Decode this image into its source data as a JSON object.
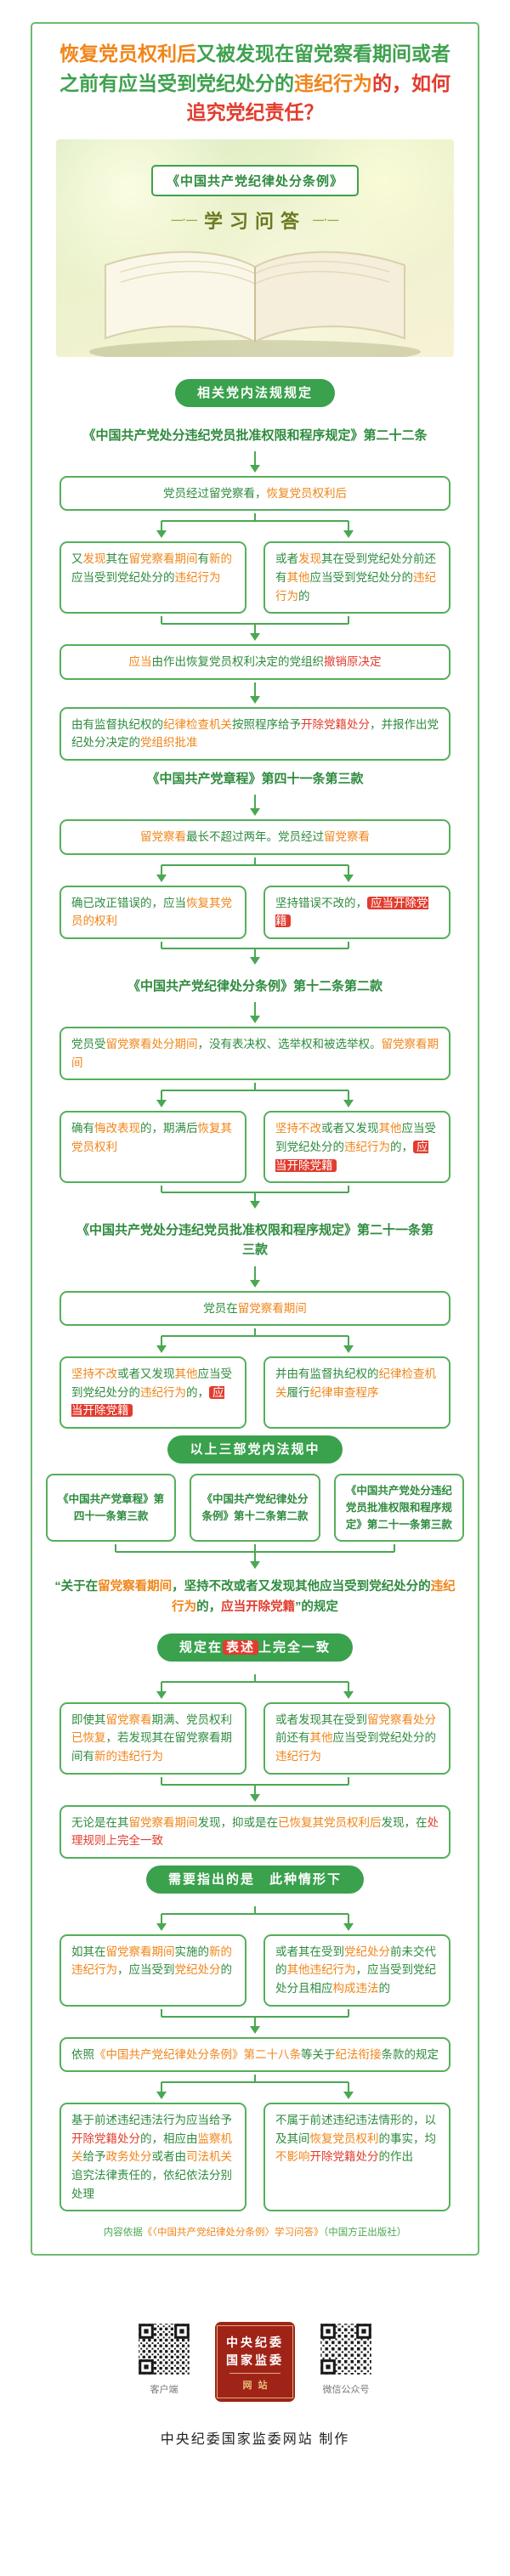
{
  "title": {
    "segments": [
      {
        "t": "恢复党员权利后",
        "c": "o"
      },
      {
        "t": "又被发现在留党察看期间或者之前有应当受到党纪处分的"
      },
      {
        "t": "违纪行为",
        "c": "o"
      },
      {
        "t": "的，如何追究党纪责任？",
        "c": "r"
      }
    ]
  },
  "banner": {
    "book_title": "《中国共产党纪律处分条例》",
    "series": "学习问答",
    "flourish": "—·—"
  },
  "flow": {
    "pill_related": "相关党内法规规定",
    "cite1": "《中国共产党处分违纪党员批准权限和程序规定》第二十二条",
    "box_restore": [
      {
        "t": "党员经过留党察看，"
      },
      {
        "t": "恢复党员权利后",
        "c": "o"
      }
    ],
    "box_new_violation": [
      {
        "t": "又"
      },
      {
        "t": "发现",
        "c": "o"
      },
      {
        "t": "其在"
      },
      {
        "t": "留党察看期间",
        "c": "o"
      },
      {
        "t": "有"
      },
      {
        "t": "新的",
        "c": "o"
      },
      {
        "t": "应当受到党纪处分的"
      },
      {
        "t": "违纪行为",
        "c": "o"
      }
    ],
    "box_other_violation": [
      {
        "t": "或者"
      },
      {
        "t": "发现",
        "c": "o"
      },
      {
        "t": "其在受到党纪处分前还有"
      },
      {
        "t": "其他",
        "c": "o"
      },
      {
        "t": "应当受到党纪处分的"
      },
      {
        "t": "违纪行为",
        "c": "o"
      },
      {
        "t": "的"
      }
    ],
    "box_revoke": [
      {
        "t": "应当",
        "c": "o"
      },
      {
        "t": "由作出恢复党员权利决定的党组织"
      },
      {
        "t": "撤销原决定",
        "c": "r"
      }
    ],
    "box_expel_procedure": [
      {
        "t": "由有监督执纪权的"
      },
      {
        "t": "纪律检查机关",
        "c": "o"
      },
      {
        "t": "按照程序给予"
      },
      {
        "t": "开除党籍处分",
        "c": "r"
      },
      {
        "t": "，并报作出党纪处分决定的"
      },
      {
        "t": "党组织批准",
        "c": "o"
      }
    ],
    "cite2": "《中国共产党章程》第四十一条第三款",
    "box_probation_limit": [
      {
        "t": "留党察看",
        "c": "o"
      },
      {
        "t": "最长不超过两年。党员经过"
      },
      {
        "t": "留党察看",
        "c": "o"
      }
    ],
    "box_corrected": [
      {
        "t": "确已改正错误的，应当"
      },
      {
        "t": "恢复其党员的权利",
        "c": "o"
      }
    ],
    "box_persist": [
      {
        "t": "坚持错误不改的，"
      },
      {
        "t": "应当开除党籍",
        "c": "rb"
      }
    ],
    "cite3": "《中国共产党纪律处分条例》第十二条第二款",
    "box_no_rights": [
      {
        "t": "党员受"
      },
      {
        "t": "留党察看处分期间",
        "c": "o"
      },
      {
        "t": "，没有表决权、选举权和被选举权。"
      },
      {
        "t": "留党察看期间",
        "c": "o"
      }
    ],
    "box_repentant": [
      {
        "t": "确有"
      },
      {
        "t": "悔改表现",
        "c": "o"
      },
      {
        "t": "的，期满后"
      },
      {
        "t": "恢复其党员权利",
        "c": "o"
      }
    ],
    "box_persist2": [
      {
        "t": "坚持不改",
        "c": "o"
      },
      {
        "t": "或者又发现"
      },
      {
        "t": "其他",
        "c": "o"
      },
      {
        "t": "应当受到党纪处分的"
      },
      {
        "t": "违纪行为",
        "c": "o"
      },
      {
        "t": "的，"
      },
      {
        "t": "应当开除党籍",
        "c": "rb"
      }
    ],
    "cite4": "《中国共产党处分违纪党员批准权限和程序规定》第二十一条第三款",
    "box_during_probation": [
      {
        "t": "党员在"
      },
      {
        "t": "留党察看期间",
        "c": "o"
      }
    ],
    "box_persist3": [
      {
        "t": "坚持不改",
        "c": "o"
      },
      {
        "t": "或者又发现"
      },
      {
        "t": "其他",
        "c": "o"
      },
      {
        "t": "应当受到党纪处分的"
      },
      {
        "t": "违纪行为",
        "c": "o"
      },
      {
        "t": "的，"
      },
      {
        "t": "应当开除党籍",
        "c": "rb"
      }
    ],
    "box_review_procedure": [
      {
        "t": "并由有监督执纪权的"
      },
      {
        "t": "纪律检查机关",
        "c": "o"
      },
      {
        "t": "履行"
      },
      {
        "t": "纪律审查程序",
        "c": "o"
      }
    ],
    "pill_three_laws": "以上三部党内法规中",
    "law_short1": "《中国共产党章程》第四十一条第三款",
    "law_short2": "《中国共产党纪律处分条例》第十二条第二款",
    "law_short3": "《中国共产党处分违纪党员批准权限和程序规定》第二十一条第三款",
    "quote": [
      {
        "t": "“关于在"
      },
      {
        "t": "留党察看期间",
        "c": "o"
      },
      {
        "t": "，坚持不改或者又发现其他应当受到党纪处分的"
      },
      {
        "t": "违纪行为",
        "c": "o"
      },
      {
        "t": "的，"
      },
      {
        "t": "应当开除党籍",
        "c": "r"
      },
      {
        "t": "”的规定"
      }
    ],
    "pill_consistent": [
      {
        "t": "规定在",
        "c": "w"
      },
      {
        "t": "表述",
        "c": "rb"
      },
      {
        "t": "上完全一致",
        "c": "w"
      }
    ],
    "box_even_if": [
      {
        "t": "即使其"
      },
      {
        "t": "留党察看",
        "c": "o"
      },
      {
        "t": "期满、党员权利"
      },
      {
        "t": "已恢复",
        "c": "o"
      },
      {
        "t": "，若发现其在留党察看期间有"
      },
      {
        "t": "新的违纪行为",
        "c": "o"
      }
    ],
    "box_or_before": [
      {
        "t": "或者发现其在受到"
      },
      {
        "t": "留党察看处分",
        "c": "o"
      },
      {
        "t": "前还有"
      },
      {
        "t": "其他",
        "c": "o"
      },
      {
        "t": "应当受到党纪处分的"
      },
      {
        "t": "违纪行为",
        "c": "o"
      }
    ],
    "box_same_rule": [
      {
        "t": "无论是在其"
      },
      {
        "t": "留党察看期间",
        "c": "o"
      },
      {
        "t": "发现，抑或是在"
      },
      {
        "t": "已恢复其党员权利后",
        "c": "o"
      },
      {
        "t": "发现，在"
      },
      {
        "t": "处理规则上完全一致",
        "c": "r"
      }
    ],
    "pill_note": "需要指出的是　此种情形下",
    "box_new_conduct": [
      {
        "t": "如其在"
      },
      {
        "t": "留党察看期间",
        "c": "o"
      },
      {
        "t": "实施的"
      },
      {
        "t": "新的违纪行为",
        "c": "o"
      },
      {
        "t": "，应当受到"
      },
      {
        "t": "党纪处分",
        "c": "o"
      },
      {
        "t": "的"
      }
    ],
    "box_unconfessed": [
      {
        "t": "或者其在受到"
      },
      {
        "t": "党纪处分",
        "c": "o"
      },
      {
        "t": "前未交代的"
      },
      {
        "t": "其他违纪行为",
        "c": "o"
      },
      {
        "t": "，应当受到党纪处分且相应"
      },
      {
        "t": "构成违法",
        "c": "o"
      },
      {
        "t": "的"
      }
    ],
    "box_article28": [
      {
        "t": "依照"
      },
      {
        "t": "《中国共产党纪律处分条例》第二十八条",
        "c": "o"
      },
      {
        "t": "等关于"
      },
      {
        "t": "纪法衔接",
        "c": "o"
      },
      {
        "t": "条款的规定"
      }
    ],
    "box_left_final": [
      {
        "t": "基于前述违纪违法行为应当给予"
      },
      {
        "t": "开除党籍处分",
        "c": "r"
      },
      {
        "t": "的，相应由"
      },
      {
        "t": "监察机关",
        "c": "o"
      },
      {
        "t": "给予"
      },
      {
        "t": "政务处分",
        "c": "o"
      },
      {
        "t": "或者由"
      },
      {
        "t": "司法机关",
        "c": "o"
      },
      {
        "t": "追究法律责任的，依纪依法分别处理"
      }
    ],
    "box_right_final": [
      {
        "t": "不属于前述违纪违法情形的，以及其间"
      },
      {
        "t": "恢复党员权利",
        "c": "o"
      },
      {
        "t": "的事实，均"
      },
      {
        "t": "不影响",
        "c": "o"
      },
      {
        "t": "开除党籍处分",
        "c": "r"
      },
      {
        "t": "的作出"
      }
    ],
    "source_note": [
      {
        "t": "内容依据"
      },
      {
        "t": "《〈中国共产党纪律处分条例〉学习问答》",
        "c": "o"
      },
      {
        "t": "（中国方正出版社）"
      }
    ]
  },
  "footer": {
    "caption_left": "客户端",
    "caption_right": "微信公众号",
    "logo_line1": "中央纪委",
    "logo_line2": "国家监委",
    "logo_line3": "网站",
    "credit": "中央纪委国家监委网站 制作"
  }
}
